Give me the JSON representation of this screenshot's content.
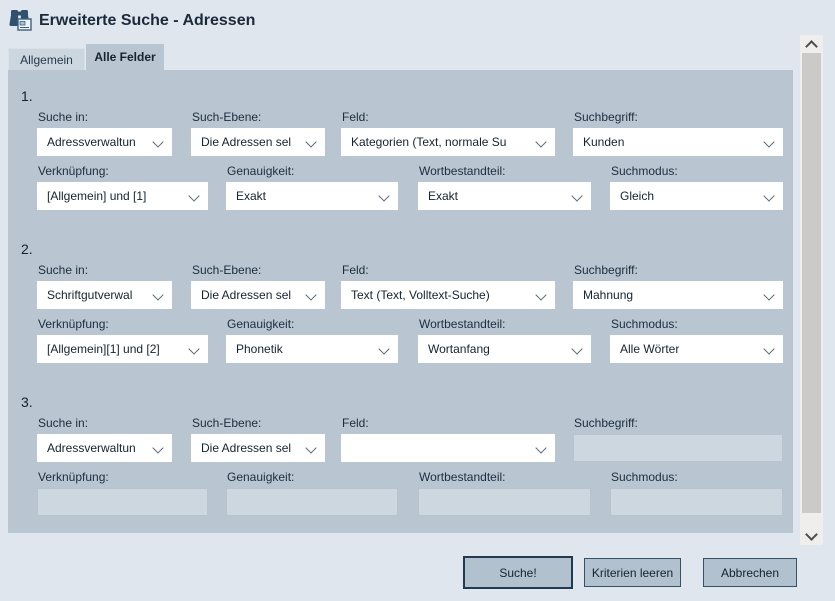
{
  "title": "Erweiterte Suche - Adressen",
  "tabs": {
    "allgemein": "Allgemein",
    "alle_felder": "Alle Felder"
  },
  "sections": [
    {
      "number": "1.",
      "cells": [
        {
          "label": "Suche in:",
          "value": "Adressverwaltun"
        },
        {
          "label": "Such-Ebene:",
          "value": "Die Adressen sel"
        },
        {
          "label": "Feld:",
          "value": "Kategorien (Text, normale Su"
        },
        {
          "label": "Suchbegriff:",
          "value": "Kunden"
        },
        {
          "label": "Verknüpfung:",
          "value": "[Allgemein] und [1]"
        },
        {
          "label": "Genauigkeit:",
          "value": "Exakt"
        },
        {
          "label": "Wortbestandteil:",
          "value": "Exakt"
        },
        {
          "label": "Suchmodus:",
          "value": "Gleich"
        }
      ]
    },
    {
      "number": "2.",
      "cells": [
        {
          "label": "Suche in:",
          "value": "Schriftgutverwal"
        },
        {
          "label": "Such-Ebene:",
          "value": "Die Adressen sel"
        },
        {
          "label": "Feld:",
          "value": "Text (Text, Volltext-Suche)"
        },
        {
          "label": "Suchbegriff:",
          "value": "Mahnung"
        },
        {
          "label": "Verknüpfung:",
          "value": "[Allgemein][1] und [2]"
        },
        {
          "label": "Genauigkeit:",
          "value": "Phonetik"
        },
        {
          "label": "Wortbestandteil:",
          "value": "Wortanfang"
        },
        {
          "label": "Suchmodus:",
          "value": "Alle Wörter"
        }
      ]
    },
    {
      "number": "3.",
      "cells": [
        {
          "label": "Suche in:",
          "value": "Adressverwaltun"
        },
        {
          "label": "Such-Ebene:",
          "value": "Die Adressen sel"
        },
        {
          "label": "Feld:",
          "value": ""
        },
        {
          "label": "Suchbegriff:",
          "value": ""
        },
        {
          "label": "Verknüpfung:",
          "value": ""
        },
        {
          "label": "Genauigkeit:",
          "value": ""
        },
        {
          "label": "Wortbestandteil:",
          "value": ""
        },
        {
          "label": "Suchmodus:",
          "value": ""
        }
      ]
    }
  ],
  "buttons": {
    "search": "Suche!",
    "clear": "Kriterien leeren",
    "cancel": "Abbrechen"
  },
  "colors": {
    "window": "#dfe6ed",
    "panel": "#b9c6d2",
    "text": "#1c2b3a",
    "button": "#b2c1ce",
    "field": "#ffffff",
    "disabled_field": "#ccd7e0"
  }
}
